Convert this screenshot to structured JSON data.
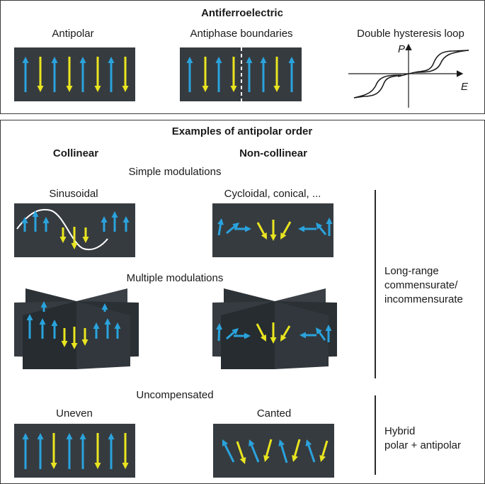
{
  "top": {
    "title": "Antiferroelectric",
    "antipolar": "Antipolar",
    "antiphase": "Antiphase boundaries",
    "double_loop": "Double hysteresis loop",
    "axis_p": "P",
    "axis_e": "E"
  },
  "bottom": {
    "title": "Examples of antipolar order",
    "collinear": "Collinear",
    "non_collinear": "Non-collinear",
    "simple_modulations": "Simple modulations",
    "sinusoidal": "Sinusoidal",
    "cycloidal": "Cycloidal, conical, ...",
    "multiple_modulations": "Multiple modulations",
    "uncompensated": "Uncompensated",
    "uneven": "Uneven",
    "canted": "Canted",
    "long_range": [
      "Long-range",
      "commensurate/",
      "incommensurate"
    ],
    "hybrid": [
      "Hybrid",
      "polar + antipolar"
    ]
  },
  "colors": {
    "blue": "#2aa3dd",
    "yellow": "#e9e51f",
    "panel": "#363b40",
    "frame": "#3a3a3a"
  }
}
